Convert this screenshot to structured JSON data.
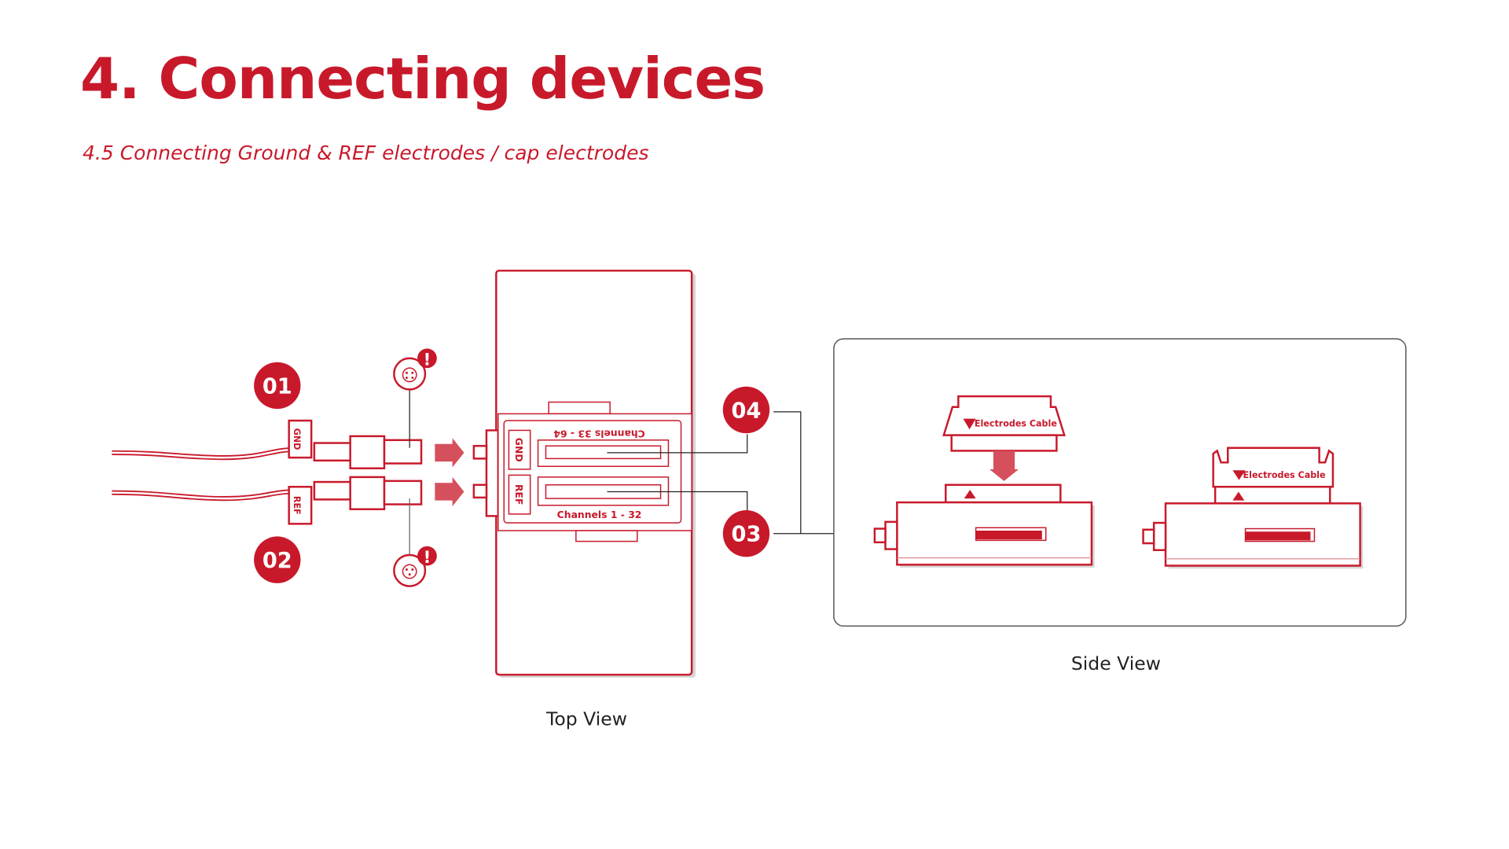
{
  "header": {
    "title": "4. Connecting devices",
    "subtitle": "4.5 Connecting Ground & REF electrodes / cap electrodes"
  },
  "top_view": {
    "label": "Top View",
    "cable_labels": {
      "gnd": "GND",
      "ref": "REF"
    },
    "port_labels": {
      "gnd": "GND",
      "ref": "REF"
    },
    "channels_upper": "Channels 33 - 64",
    "channels_lower": "Channels 1 - 32",
    "warning_mark": "!"
  },
  "badges": [
    "01",
    "02",
    "03",
    "04"
  ],
  "side_view": {
    "label": "Side View",
    "connector_label": "Electrodes Cable"
  },
  "colors": {
    "accent": "#c8192b",
    "arrow": "#d5505c",
    "leader": "#222222",
    "frame": "#555555"
  }
}
